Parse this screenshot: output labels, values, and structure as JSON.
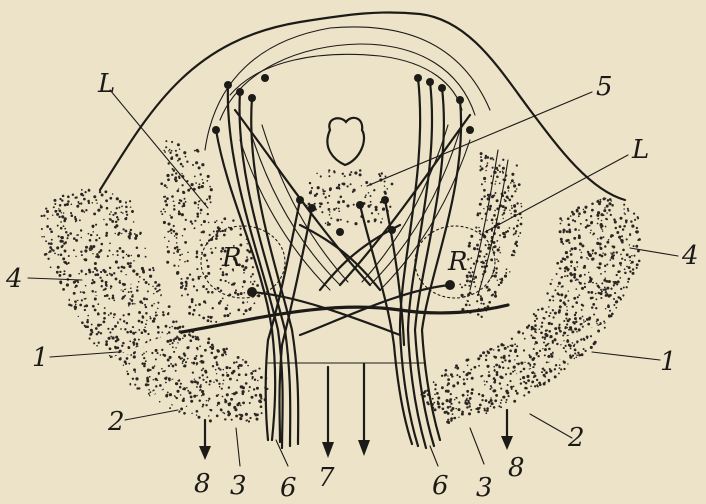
{
  "labels": {
    "L_left": "L",
    "L_right": "L",
    "five": "5",
    "four_left": "4",
    "four_right": "4",
    "one_left": "1",
    "one_right": "1",
    "two_left": "2",
    "two_right": "2",
    "R_left": "R",
    "R_right": "R",
    "eight_left": "8",
    "eight_right": "8",
    "three_left": "3",
    "three_right": "3",
    "six_left": "6",
    "six_right": "6",
    "seven": "7"
  },
  "colors": {
    "paper": "#ece3c8",
    "ink": "#1d1b18"
  }
}
